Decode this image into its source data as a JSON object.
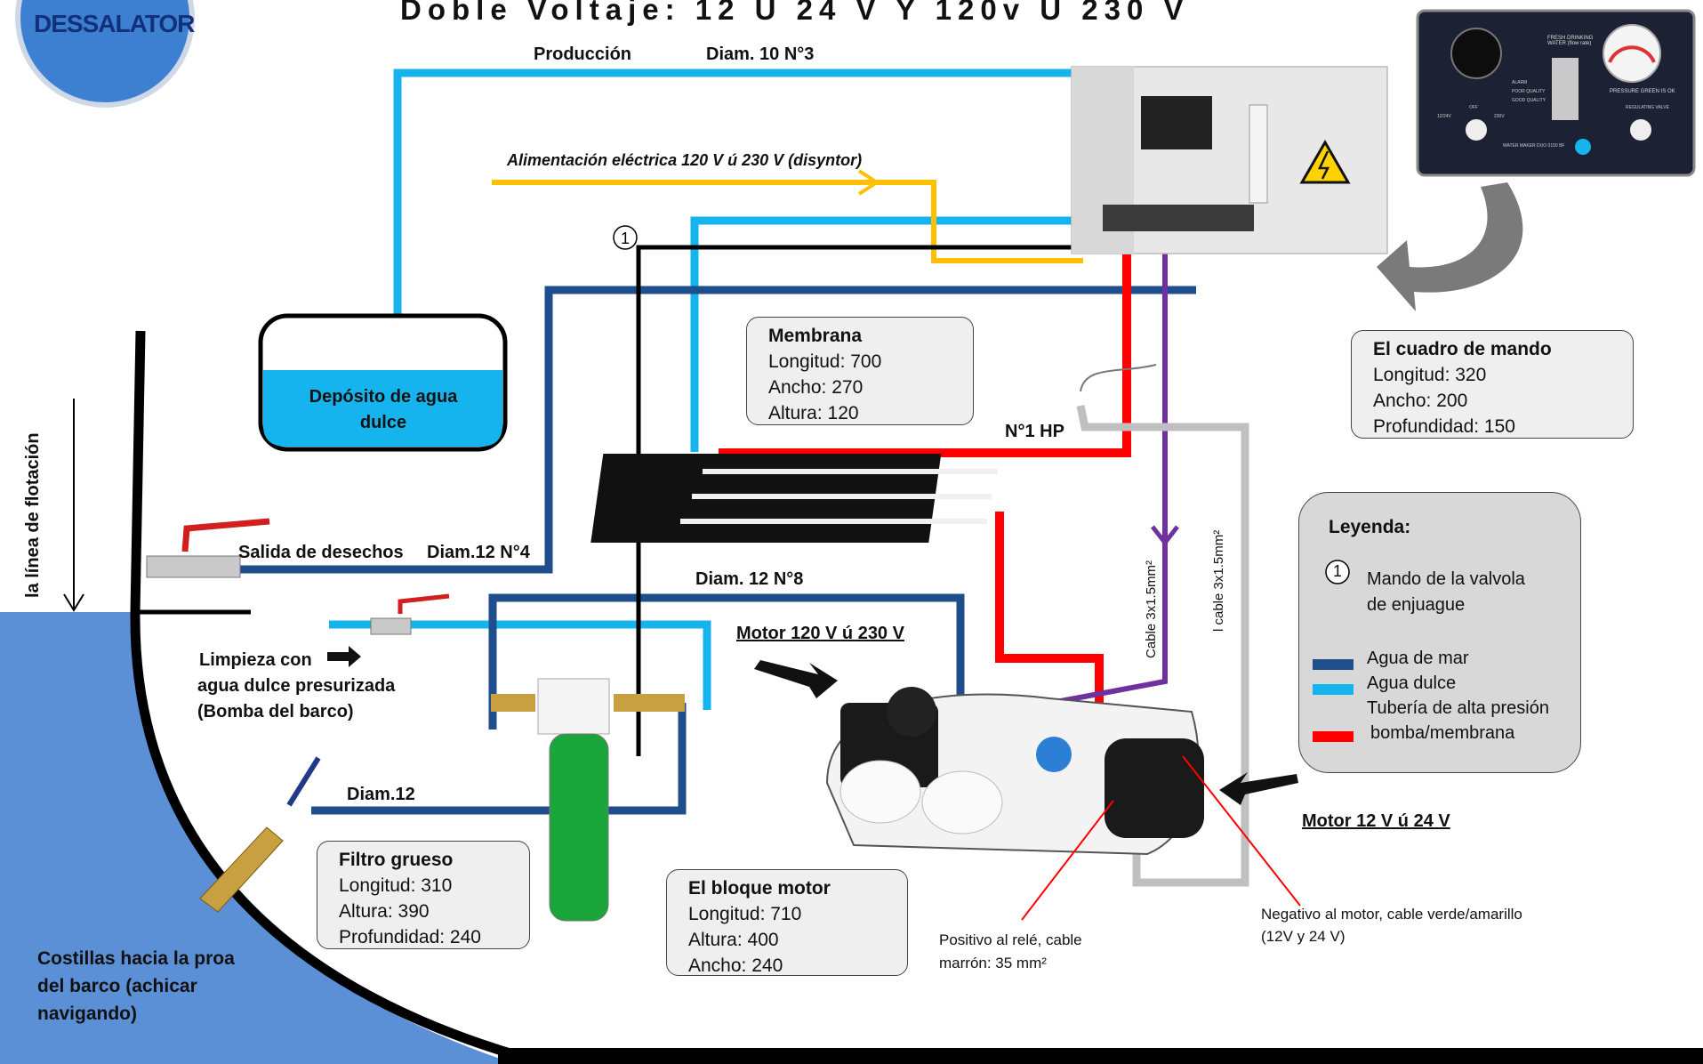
{
  "title": "Doble Voltaje: 12 Ú 24 V Y 120v Ú 230 V",
  "logo": "DESSALATOR",
  "labels": {
    "produccion": "Producción",
    "diam10": "Diam. 10 N°3",
    "alimentacion": "Alimentación eléctrica 120 V ú 230 V (disyntor)",
    "deposito": "Depósito de agua dulce",
    "salida": "Salida de desechos",
    "diam12n4": "Diam.12 N°4",
    "diam12n8": "Diam. 12 N°8",
    "motor_ac": "Motor 120 V ú 230 V",
    "motor_dc": "Motor 12 V ú 24 V",
    "limpieza": [
      "Limpieza con",
      "agua dulce presurizada",
      "(Bomba del barco)"
    ],
    "diam12": "Diam.12",
    "n1hp": "N°1 HP",
    "cable1": "Cable 3x1.5mm²",
    "cable2": "l cable 3x1.5mm²",
    "positivo": [
      "Positivo al relé, cable",
      "marrón: 35 mm²"
    ],
    "negativo": [
      "Negativo al motor, cable verde/amarillo",
      "(12V y 24 V)"
    ],
    "flotacion": "la línea de flotación",
    "costillas": [
      "Costillas hacia la proa",
      "del barco (achicar",
      "navigando)"
    ],
    "valve_marker": "1"
  },
  "boxes": {
    "membrana": {
      "title": "Membrana",
      "lines": [
        "Longitud: 700",
        "Ancho: 270",
        "Altura: 120"
      ]
    },
    "cuadro": {
      "title": "El cuadro de mando",
      "lines": [
        "Longitud: 320",
        "Ancho: 200",
        "Profundidad: 150"
      ]
    },
    "filtro": {
      "title": "Filtro grueso",
      "lines": [
        "Longitud: 310",
        "Altura: 390",
        "Profundidad: 240"
      ]
    },
    "bloque": {
      "title": "El bloque motor",
      "lines": [
        "Longitud: 710",
        "Altura: 400",
        "Ancho: 240"
      ]
    }
  },
  "legend": {
    "title": "Leyenda:",
    "marker": "1",
    "marker_text": [
      "Mando de la valvola",
      "de enjuague"
    ],
    "items": [
      {
        "label": "Agua de mar",
        "color": "#1f4e8c"
      },
      {
        "label": "Agua dulce",
        "color": "#15b4ee"
      },
      {
        "label": "Tubería de alta presión",
        "color": ""
      },
      {
        "label": "bomba/membrana",
        "color": "#ff0000"
      }
    ]
  },
  "panel": {
    "text_top": "FRESH DRINKING WATER (flow rate)",
    "gauge_label": "PRESSURE GREEN IS OK",
    "leds": [
      "ALARM",
      "POOR QUALITY",
      "GOOD QUALITY"
    ],
    "switch_labels": [
      "OFF",
      "12/24V",
      "230V"
    ],
    "valve_label": "REGULATING VALVE",
    "footer": "WATER MAKER DUO 0150 BF"
  },
  "colors": {
    "sea": "#1f4e8c",
    "fresh": "#15b4ee",
    "hp": "#ff0000",
    "power": "#ffc000",
    "violet": "#7030a0",
    "grey_cable": "#bfbfbf",
    "water_area": "#5b8fd6"
  }
}
